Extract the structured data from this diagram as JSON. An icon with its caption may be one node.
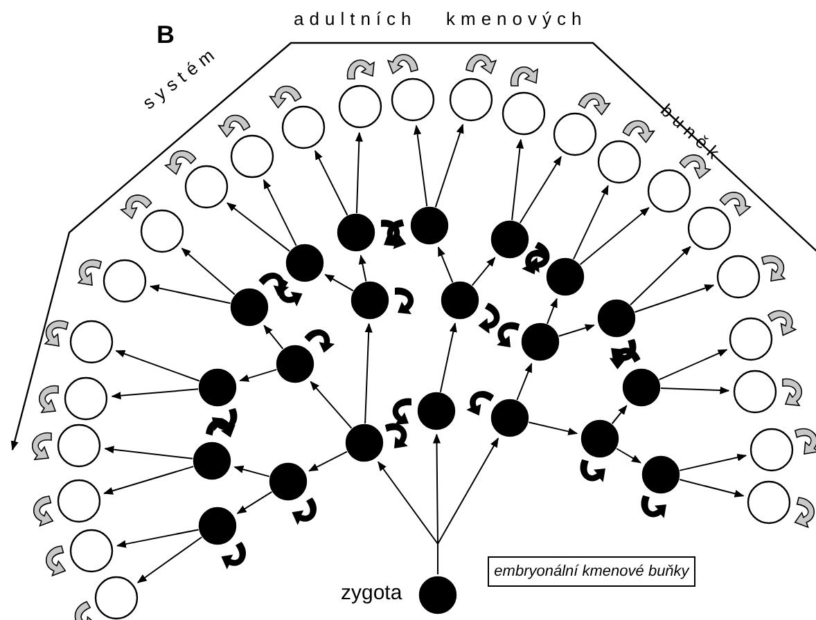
{
  "diagram": {
    "nodes": [
      {
        "text": [],
        "shape": "circle",
        "beside": [
          "zygota"
        ]
      },
      {
        "text": [
          "embryonální kmenové buňky"
        ]
      },
      {
        "text": [],
        "shape": "circle"
      },
      {
        "text": [],
        "shape": "circle"
      },
      {
        "text": [],
        "shape": "circle"
      },
      {
        "text": [],
        "shape": "circle"
      },
      {
        "text": [],
        "shape": "circle"
      },
      {
        "text": [],
        "shape": "circle"
      },
      {
        "text": [],
        "shape": "circle"
      },
      {
        "text": [],
        "shape": "circle"
      },
      {
        "text": [],
        "shape": "circle"
      },
      {
        "text": [],
        "shape": "circle"
      },
      {
        "text": [],
        "shape": "circle"
      },
      {
        "text": [],
        "shape": "circle"
      },
      {
        "text": [],
        "shape": "circle"
      },
      {
        "text": [],
        "shape": "circle"
      },
      {
        "text": [],
        "shape": "circle"
      },
      {
        "text": [],
        "shape": "circle"
      },
      {
        "text": [],
        "shape": "circle"
      },
      {
        "text": [],
        "shape": "circle"
      },
      {
        "text": [],
        "shape": "circle"
      },
      {
        "text": [],
        "shape": "circle"
      },
      {
        "text": [],
        "shape": "circle"
      },
      {
        "text": [],
        "shape": "circle"
      },
      {
        "text": [],
        "shape": "circle"
      },
      {
        "text": [],
        "shape": "circle"
      },
      {
        "text": [],
        "shape": "circle"
      },
      {
        "text": [],
        "shape": "circle"
      },
      {
        "text": [],
        "shape": "circle"
      },
      {
        "text": [],
        "shape": "circle"
      },
      {
        "text": [],
        "shape": "circle"
      },
      {
        "text": [],
        "shape": "circle"
      },
      {
        "text": [],
        "shape": "circle"
      },
      {
        "text": [],
        "shape": "circle"
      },
      {
        "text": [],
        "shape": "circle"
      },
      {
        "text": [],
        "shape": "circle"
      },
      {
        "text": [],
        "shape": "circle"
      },
      {
        "text": [],
        "shape": "circle"
      },
      {
        "text": [],
        "shape": "circle"
      },
      {
        "text": [],
        "shape": "circle"
      },
      {
        "text": [],
        "shape": "circle"
      },
      {
        "text": [],
        "shape": "circle"
      },
      {
        "text": [],
        "shape": "circle"
      },
      {
        "text": [],
        "shape": "circle"
      },
      {
        "text": [],
        "shape": "circle"
      },
      {
        "text": [],
        "shape": "circle"
      },
      {
        "text": [],
        "shape": "circle"
      }
    ],
    "edges": [
      {
        "from": 0,
        "to": 2,
        "arrow": "to"
      },
      {
        "from": 0,
        "to": 3,
        "arrow": "to"
      },
      {
        "from": 0,
        "to": 4,
        "arrow": "to"
      },
      {
        "from": 2,
        "to": 5,
        "arrow": "to"
      },
      {
        "from": 2,
        "to": 6,
        "arrow": "to"
      },
      {
        "from": 2,
        "to": 7,
        "arrow": "to"
      },
      {
        "from": 5,
        "to": 8,
        "arrow": "to"
      },
      {
        "from": 5,
        "to": 9,
        "arrow": "to"
      },
      {
        "from": 6,
        "to": 10,
        "arrow": "to"
      },
      {
        "from": 6,
        "to": 11,
        "arrow": "to"
      },
      {
        "from": 7,
        "to": 12,
        "arrow": "to"
      },
      {
        "from": 7,
        "to": 13,
        "arrow": "to"
      },
      {
        "from": 3,
        "to": 14,
        "arrow": "to"
      },
      {
        "from": 14,
        "to": 15,
        "arrow": "to"
      },
      {
        "from": 14,
        "to": 16,
        "arrow": "to"
      },
      {
        "from": 4,
        "to": 17,
        "arrow": "to"
      },
      {
        "from": 4,
        "to": 18,
        "arrow": "to"
      },
      {
        "from": 17,
        "to": 19,
        "arrow": "to"
      },
      {
        "from": 17,
        "to": 20,
        "arrow": "to"
      },
      {
        "from": 18,
        "to": 21,
        "arrow": "to"
      },
      {
        "from": 18,
        "to": 22,
        "arrow": "to"
      },
      {
        "from": 11,
        "to": 23,
        "arrow": "to"
      },
      {
        "from": 11,
        "to": 24,
        "arrow": "to"
      },
      {
        "from": 10,
        "to": 25,
        "arrow": "to"
      },
      {
        "from": 10,
        "to": 26,
        "arrow": "to"
      },
      {
        "from": 8,
        "to": 27,
        "arrow": "to"
      },
      {
        "from": 8,
        "to": 28,
        "arrow": "to"
      },
      {
        "from": 9,
        "to": 29,
        "arrow": "to"
      },
      {
        "from": 9,
        "to": 30,
        "arrow": "to"
      },
      {
        "from": 13,
        "to": 31,
        "arrow": "to"
      },
      {
        "from": 13,
        "to": 32,
        "arrow": "to"
      },
      {
        "from": 12,
        "to": 33,
        "arrow": "to"
      },
      {
        "from": 12,
        "to": 34,
        "arrow": "to"
      },
      {
        "from": 15,
        "to": 35,
        "arrow": "to"
      },
      {
        "from": 15,
        "to": 36,
        "arrow": "to"
      },
      {
        "from": 16,
        "to": 37,
        "arrow": "to"
      },
      {
        "from": 16,
        "to": 38,
        "arrow": "to"
      },
      {
        "from": 19,
        "to": 39,
        "arrow": "to"
      },
      {
        "from": 19,
        "to": 40,
        "arrow": "to"
      },
      {
        "from": 20,
        "to": 41,
        "arrow": "to"
      },
      {
        "from": 20,
        "to": 42,
        "arrow": "to"
      },
      {
        "from": 21,
        "to": 43,
        "arrow": "to"
      },
      {
        "from": 21,
        "to": 44,
        "arrow": "to"
      },
      {
        "from": 22,
        "to": 45,
        "arrow": "to"
      },
      {
        "from": 22,
        "to": 46,
        "arrow": "to"
      }
    ],
    "labels": [
      "B",
      "adultních",
      "kmenových",
      "systém",
      "buněk"
    ]
  }
}
